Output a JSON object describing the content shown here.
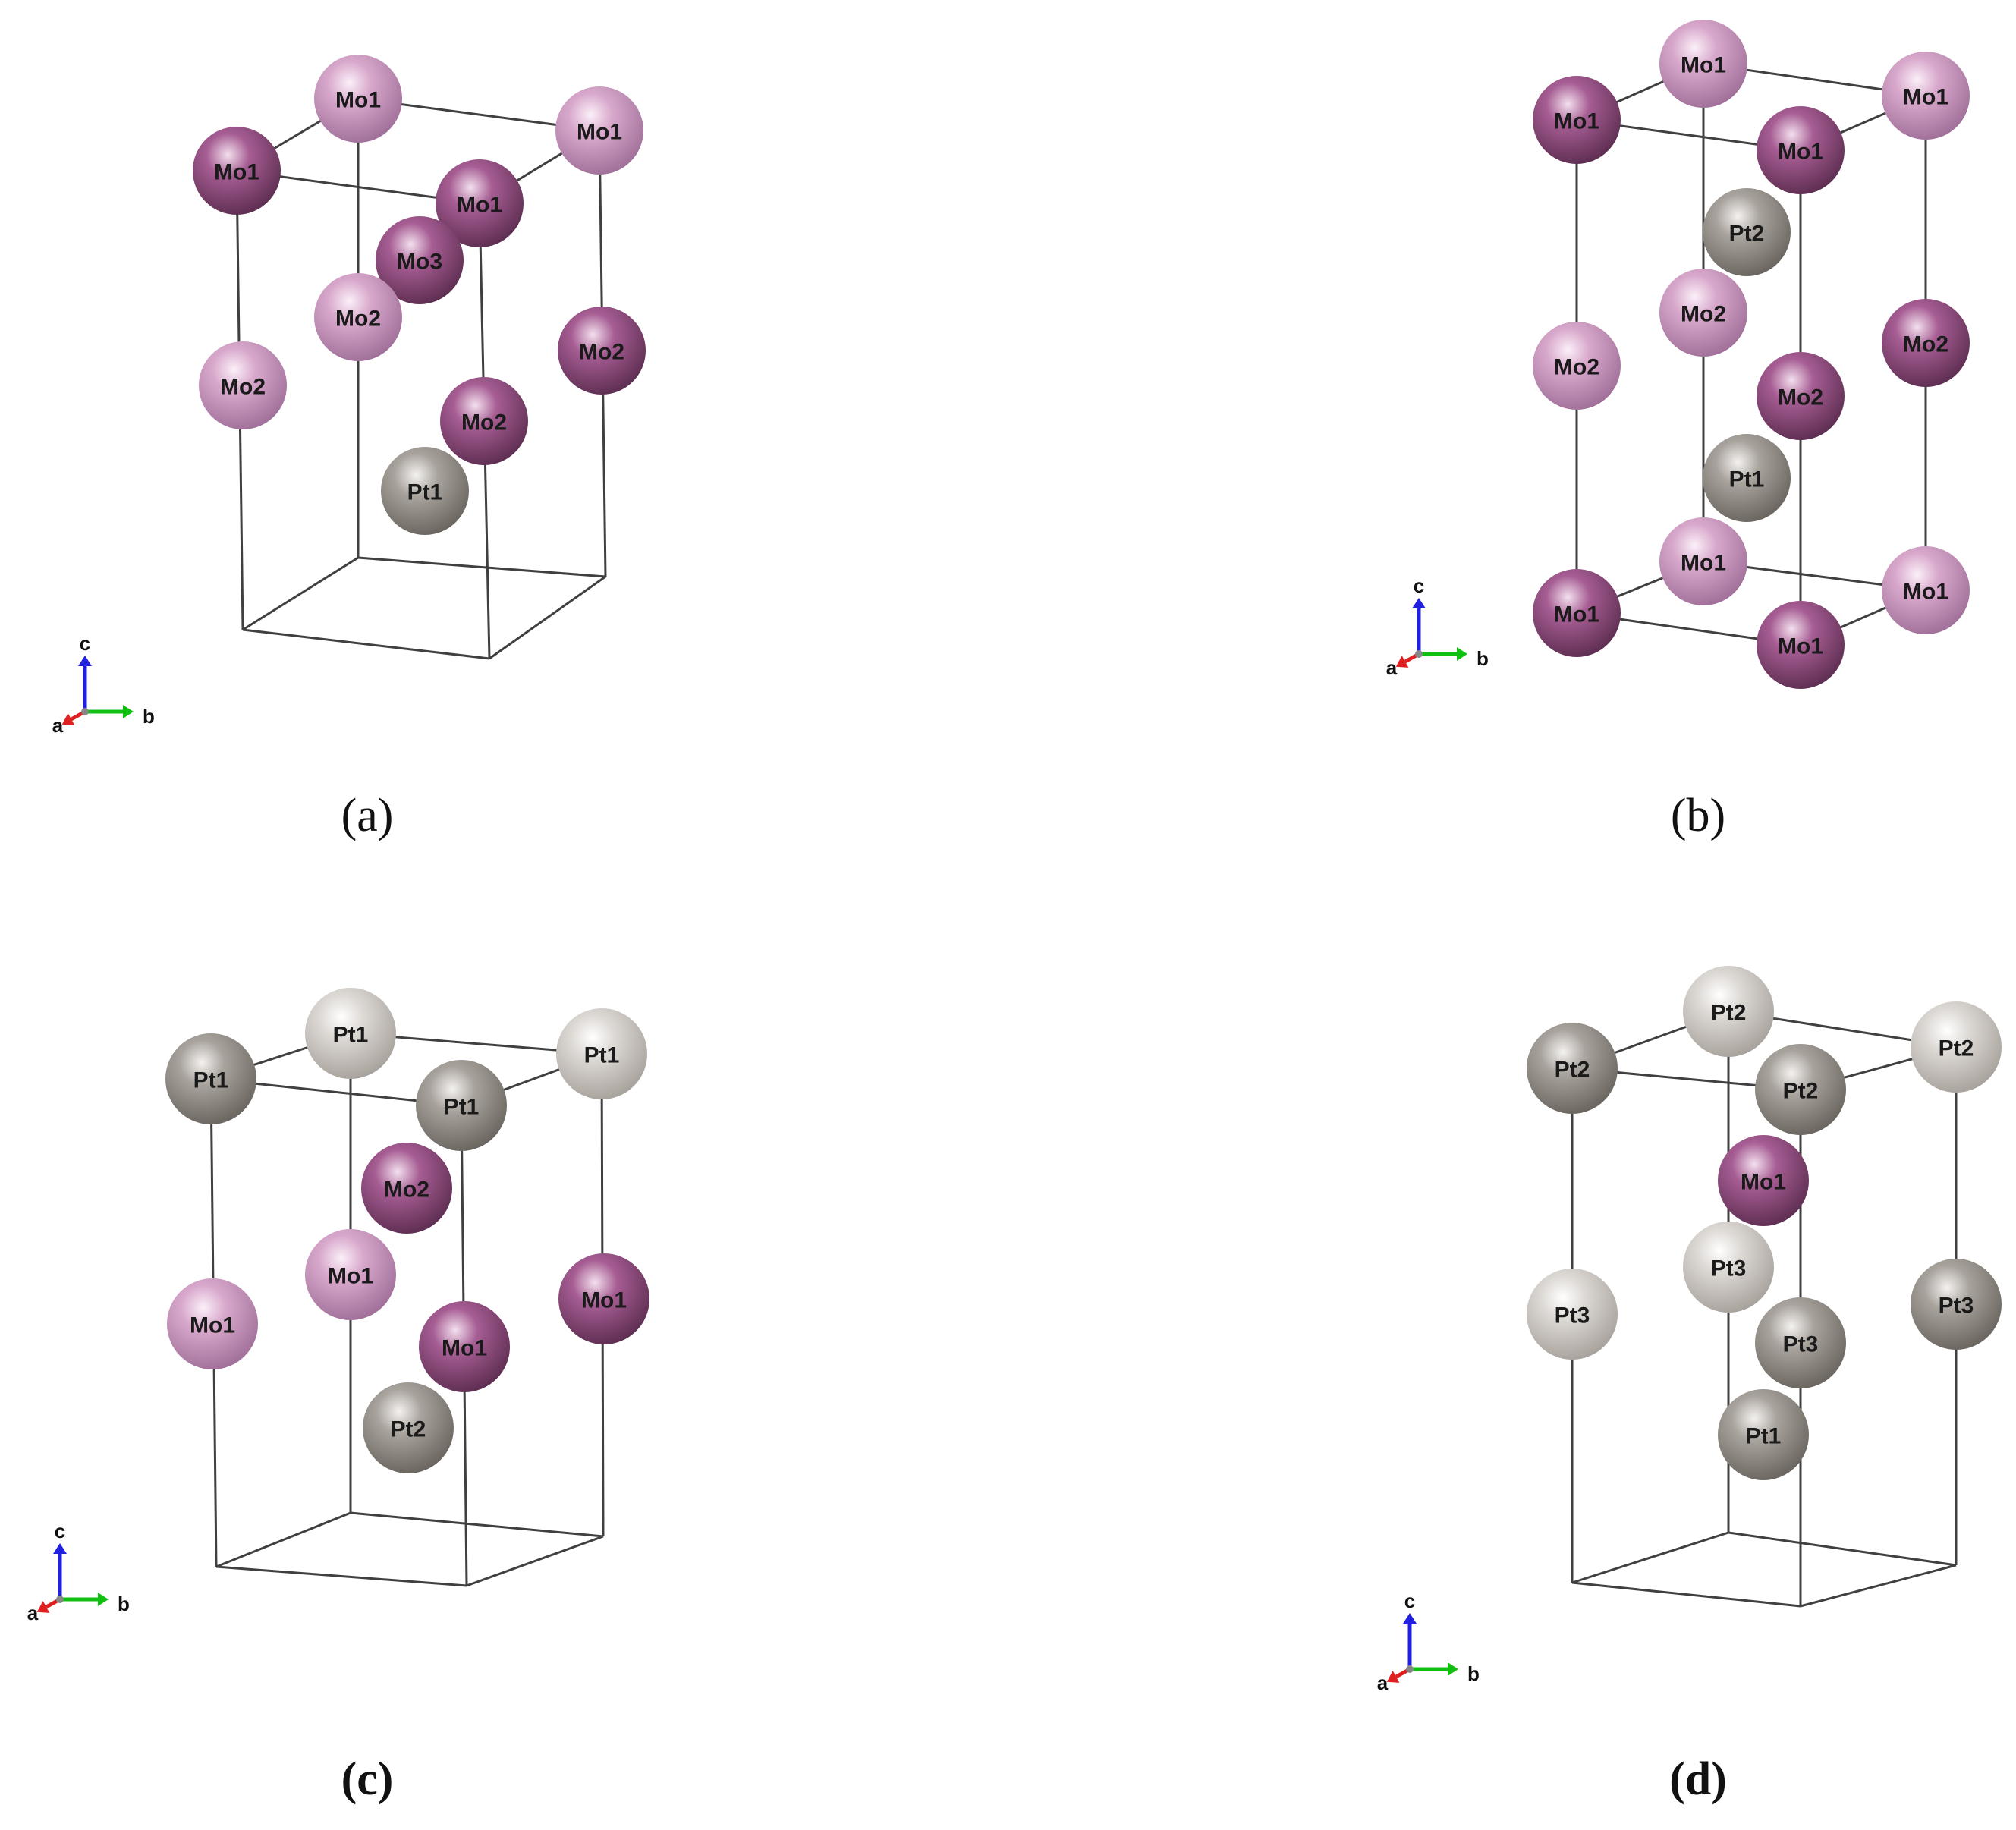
{
  "colors": {
    "Mo_dark": "#8a4a78",
    "Mo_light": "#c690b8",
    "Pt_dark": "#8f8983",
    "Pt_light": "#c9c4bf",
    "axis_a": "#e02020",
    "axis_b": "#10c010",
    "axis_c": "#2020e0",
    "frame": "#404040"
  },
  "axis_labels": {
    "a": "a",
    "b": "b",
    "c": "c"
  },
  "panels": [
    {
      "caption": "(a)",
      "bold": false,
      "atoms": [
        {
          "label": "Mo1",
          "element": "Mo",
          "shade": "light"
        },
        {
          "label": "Mo1",
          "element": "Mo",
          "shade": "dark"
        },
        {
          "label": "Mo1",
          "element": "Mo",
          "shade": "light"
        },
        {
          "label": "Mo1",
          "element": "Mo",
          "shade": "dark"
        },
        {
          "label": "Mo3",
          "element": "Mo",
          "shade": "dark"
        },
        {
          "label": "Mo2",
          "element": "Mo",
          "shade": "light"
        },
        {
          "label": "Mo2",
          "element": "Mo",
          "shade": "dark"
        },
        {
          "label": "Mo2",
          "element": "Mo",
          "shade": "light"
        },
        {
          "label": "Mo2",
          "element": "Mo",
          "shade": "dark"
        },
        {
          "label": "Pt1",
          "element": "Pt",
          "shade": "dark"
        }
      ]
    },
    {
      "caption": "(b)",
      "bold": false,
      "atoms": [
        {
          "label": "Mo1",
          "element": "Mo",
          "shade": "light"
        },
        {
          "label": "Mo1",
          "element": "Mo",
          "shade": "dark"
        },
        {
          "label": "Mo1",
          "element": "Mo",
          "shade": "light"
        },
        {
          "label": "Mo1",
          "element": "Mo",
          "shade": "dark"
        },
        {
          "label": "Pt2",
          "element": "Pt",
          "shade": "dark"
        },
        {
          "label": "Mo2",
          "element": "Mo",
          "shade": "light"
        },
        {
          "label": "Mo2",
          "element": "Mo",
          "shade": "dark"
        },
        {
          "label": "Mo2",
          "element": "Mo",
          "shade": "light"
        },
        {
          "label": "Mo2",
          "element": "Mo",
          "shade": "dark"
        },
        {
          "label": "Pt1",
          "element": "Pt",
          "shade": "dark"
        },
        {
          "label": "Mo1",
          "element": "Mo",
          "shade": "light"
        },
        {
          "label": "Mo1",
          "element": "Mo",
          "shade": "dark"
        },
        {
          "label": "Mo1",
          "element": "Mo",
          "shade": "light"
        },
        {
          "label": "Mo1",
          "element": "Mo",
          "shade": "dark"
        }
      ]
    },
    {
      "caption": "(c)",
      "bold": true,
      "atoms": [
        {
          "label": "Pt1",
          "element": "Pt",
          "shade": "light"
        },
        {
          "label": "Pt1",
          "element": "Pt",
          "shade": "dark"
        },
        {
          "label": "Pt1",
          "element": "Pt",
          "shade": "light"
        },
        {
          "label": "Pt1",
          "element": "Pt",
          "shade": "dark"
        },
        {
          "label": "Mo2",
          "element": "Mo",
          "shade": "dark"
        },
        {
          "label": "Mo1",
          "element": "Mo",
          "shade": "light"
        },
        {
          "label": "Mo1",
          "element": "Mo",
          "shade": "dark"
        },
        {
          "label": "Mo1",
          "element": "Mo",
          "shade": "light"
        },
        {
          "label": "Mo1",
          "element": "Mo",
          "shade": "dark"
        },
        {
          "label": "Pt2",
          "element": "Pt",
          "shade": "dark"
        }
      ]
    },
    {
      "caption": "(d)",
      "bold": true,
      "atoms": [
        {
          "label": "Pt2",
          "element": "Pt",
          "shade": "light"
        },
        {
          "label": "Pt2",
          "element": "Pt",
          "shade": "dark"
        },
        {
          "label": "Pt2",
          "element": "Pt",
          "shade": "light"
        },
        {
          "label": "Pt2",
          "element": "Pt",
          "shade": "dark"
        },
        {
          "label": "Mo1",
          "element": "Mo",
          "shade": "dark"
        },
        {
          "label": "Pt3",
          "element": "Pt",
          "shade": "light"
        },
        {
          "label": "Pt3",
          "element": "Pt",
          "shade": "dark"
        },
        {
          "label": "Pt3",
          "element": "Pt",
          "shade": "light"
        },
        {
          "label": "Pt3",
          "element": "Pt",
          "shade": "dark"
        },
        {
          "label": "Pt1",
          "element": "Pt",
          "shade": "dark"
        }
      ]
    }
  ]
}
